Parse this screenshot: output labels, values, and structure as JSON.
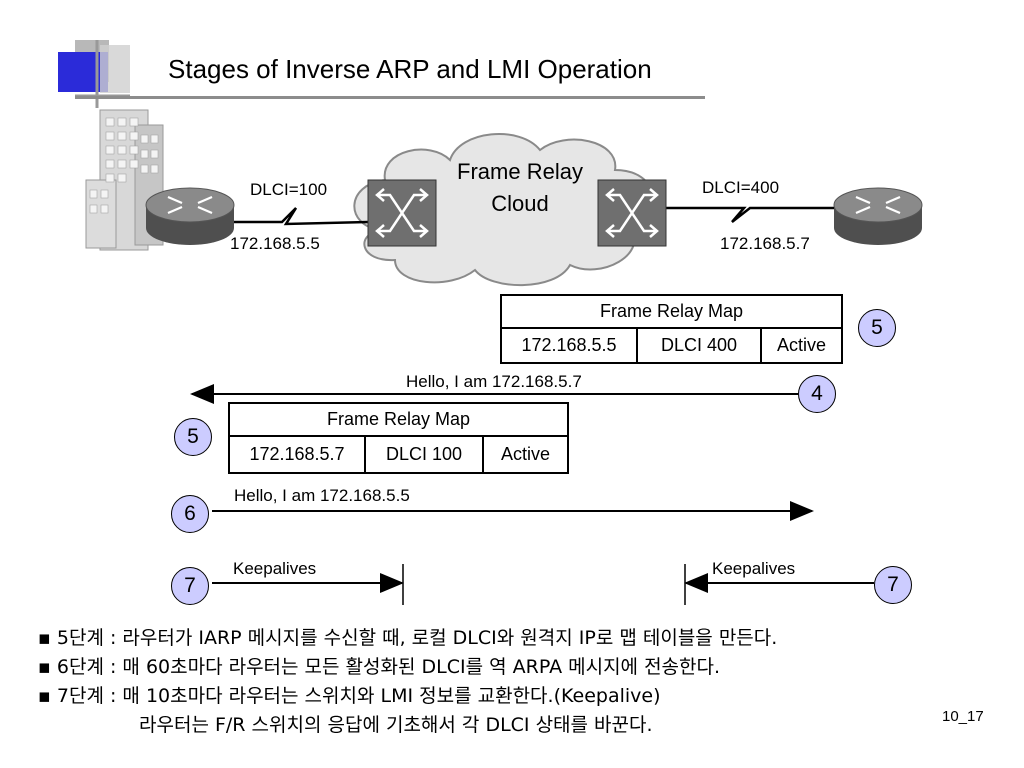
{
  "slide": {
    "title": "Stages of Inverse ARP and LMI Operation",
    "page_number": "10_17"
  },
  "network": {
    "cloud_line1": "Frame Relay",
    "cloud_line2": "Cloud",
    "left": {
      "dlci": "DLCI=100",
      "ip": "172.168.5.5"
    },
    "right": {
      "dlci": "DLCI=400",
      "ip": "172.168.5.7"
    }
  },
  "map_right": {
    "header": "Frame Relay Map",
    "ip": "172.168.5.5",
    "dlci": "DLCI 400",
    "status": "Active",
    "step": "5"
  },
  "map_left": {
    "header": "Frame Relay Map",
    "ip": "172.168.5.7",
    "dlci": "DLCI 100",
    "status": "Active",
    "step": "5"
  },
  "messages": {
    "hello_right": {
      "text": "Hello, I am 172.168.5.7",
      "step": "4"
    },
    "hello_left": {
      "text": "Hello, I am 172.168.5.5",
      "step": "6"
    },
    "keepalive_left": {
      "text": "Keepalives",
      "step": "7"
    },
    "keepalive_right": {
      "text": "Keepalives",
      "step": "7"
    }
  },
  "notes": {
    "line1": "5단계 : 라우터가 IARP 메시지를 수신할 때, 로컬 DLCI와 원격지 IP로 맵 테이블을 만든다.",
    "line2": "6단계 : 매 60초마다 라우터는 모든 활성화된 DLCI를 역 ARPA 메시지에 전송한다.",
    "line3": "7단계 : 매 10초마다 라우터는 스위치와 LMI 정보를 교환한다.(Keepalive)",
    "line4": "라우터는 F/R 스위치의 응답에 기초해서 각 DLCI 상태를 바꾼다."
  },
  "icons": [
    "building-icon",
    "router-icon",
    "frame-relay-switch-icon",
    "cloud-icon"
  ],
  "colors": {
    "accent_square": "#2b2bd9",
    "badge_fill": "#ccccff",
    "router_body": "#6e6e6e",
    "cloud_fill": "#e6e6e6"
  }
}
